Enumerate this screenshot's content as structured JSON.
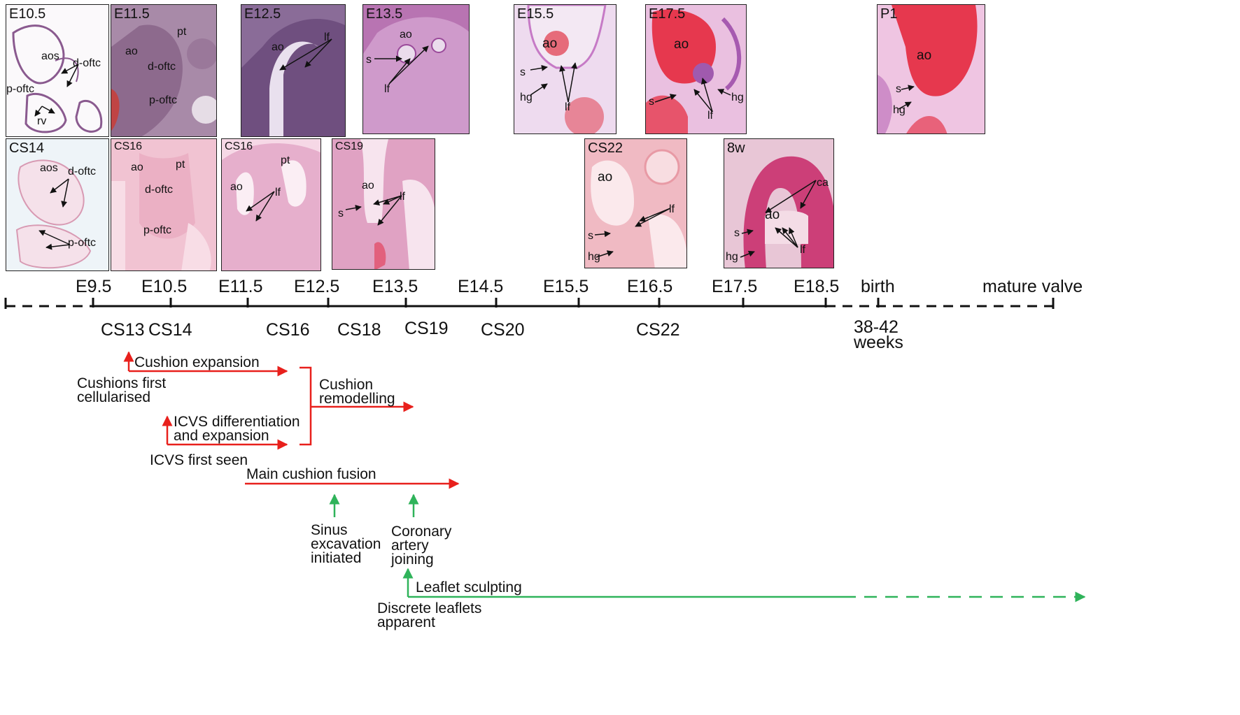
{
  "panels_mouse": [
    {
      "id": "E10.5",
      "title": "E10.5",
      "labels": [
        "aos",
        "d-oftc",
        "p-oftc",
        "rv"
      ]
    },
    {
      "id": "E11.5",
      "title": "E11.5",
      "labels": [
        "pt",
        "ao",
        "d-oftc",
        "p-oftc"
      ]
    },
    {
      "id": "E12.5",
      "title": "E12.5",
      "labels": [
        "ao",
        "lf"
      ]
    },
    {
      "id": "E13.5",
      "title": "E13.5",
      "labels": [
        "ao",
        "s",
        "lf"
      ]
    },
    {
      "id": "E15.5",
      "title": "E15.5",
      "labels": [
        "ao",
        "s",
        "hg",
        "lf"
      ]
    },
    {
      "id": "E17.5",
      "title": "E17.5",
      "labels": [
        "ao",
        "s",
        "lf",
        "hg"
      ]
    },
    {
      "id": "P1",
      "title": "P1",
      "labels": [
        "ao",
        "s",
        "hg"
      ]
    }
  ],
  "panels_human": [
    {
      "id": "CS14",
      "title": "CS14",
      "labels": [
        "aos",
        "d-oftc",
        "p-oftc"
      ]
    },
    {
      "id": "CS16a",
      "title": "CS16",
      "labels": [
        "ao",
        "pt",
        "d-oftc",
        "p-oftc"
      ]
    },
    {
      "id": "CS16b",
      "title": "CS16",
      "labels": [
        "pt",
        "ao",
        "lf"
      ]
    },
    {
      "id": "CS19",
      "title": "CS19",
      "labels": [
        "ao",
        "lf",
        "s"
      ]
    },
    {
      "id": "CS22",
      "title": "CS22",
      "labels": [
        "ao",
        "lf",
        "s",
        "hg"
      ]
    },
    {
      "id": "8w",
      "title": "8w",
      "labels": [
        "ca",
        "ao",
        "s",
        "lf",
        "hg"
      ]
    }
  ],
  "timeline": {
    "mouse_ticks": [
      "E9.5",
      "E10.5",
      "E11.5",
      "E12.5",
      "E13.5",
      "E14.5",
      "E15.5",
      "E16.5",
      "E17.5",
      "E18.5"
    ],
    "birth_label": "birth",
    "mature_label": "mature valve",
    "human_stages": [
      "CS13",
      "CS14",
      "CS16",
      "CS18",
      "CS19",
      "CS20",
      "CS22"
    ],
    "human_birth": [
      "38-42",
      "weeks"
    ]
  },
  "events": {
    "cushion_expansion": "Cushion expansion",
    "cushions_first": [
      "Cushions first",
      "cellularised"
    ],
    "cushion_remodelling": [
      "Cushion",
      "remodelling"
    ],
    "icvs_diff": [
      "ICVS differentiation",
      "and expansion"
    ],
    "icvs_first": "ICVS first seen",
    "main_fusion": "Main cushion fusion",
    "sinus": [
      "Sinus",
      "excavation",
      "initiated"
    ],
    "coronary": [
      "Coronary",
      "artery",
      "joining"
    ],
    "leaflet_sculpting": "Leaflet sculpting",
    "discrete": [
      "Discrete leaflets",
      "apparent"
    ]
  },
  "colors": {
    "red": "#e8201c",
    "green": "#2fb35a",
    "black": "#111111"
  }
}
